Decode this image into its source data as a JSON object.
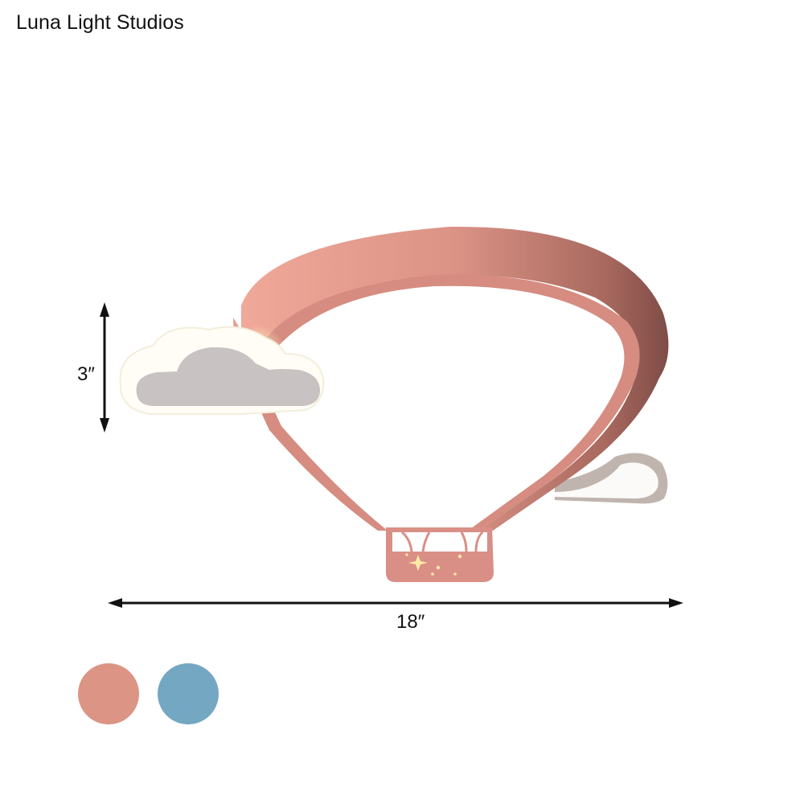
{
  "brand": {
    "name": "Luna Light Studios"
  },
  "product": {
    "description": "Hot air balloon shaped LED flush mount ceiling light with cloud accents",
    "dimensions": {
      "height_label": "3″",
      "width_label": "18″"
    },
    "icons": [
      "double-arrow-vertical-icon",
      "double-arrow-horizontal-icon",
      "star-sparkle-icon"
    ]
  },
  "color_options": [
    {
      "name": "Pink",
      "hex": "#DC9484"
    },
    {
      "name": "Blue",
      "hex": "#74A7C1"
    }
  ],
  "colors": {
    "balloon": "#D9918A",
    "balloon_dark": "#A4675F",
    "cloud": "#C9C2C2",
    "cloud_rim": "#FFFDF5",
    "text": "#111111"
  }
}
